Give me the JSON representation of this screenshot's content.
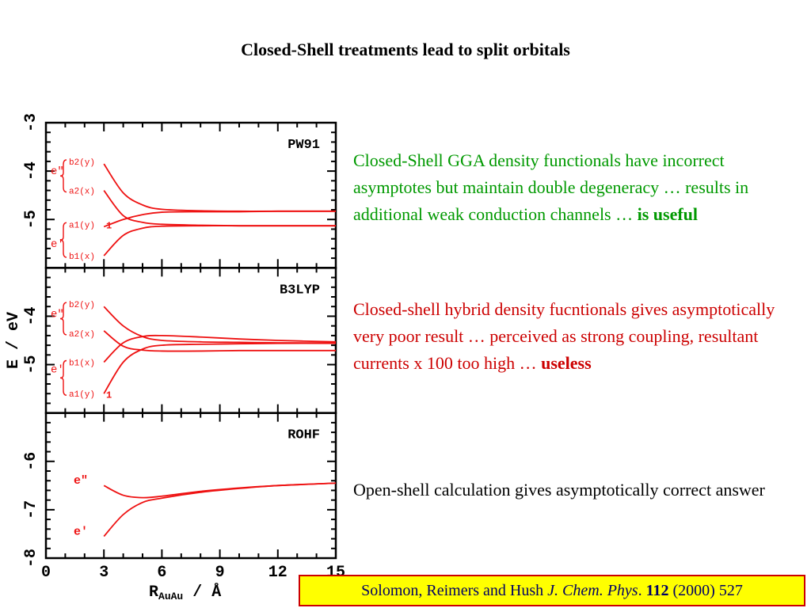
{
  "slide": {
    "title": "Closed-Shell treatments lead to split orbitals",
    "paragraphs": [
      {
        "text": "Closed-Shell GGA density functionals have incorrect asymptotes but maintain double degeneracy … results in additional weak conduction channels … ",
        "emphasis": "is useful",
        "color": "#009900"
      },
      {
        "text": "Closed-shell hybrid density fucntionals gives asymptotically very poor result … perceived as strong coupling, resultant currents x 100 too high … ",
        "emphasis": "useless",
        "color": "#cc0000"
      },
      {
        "text": "Open-shell calculation gives asymptotically correct answer",
        "emphasis": "",
        "color": "#000000"
      }
    ],
    "citation": {
      "authors": "Solomon, Reimers and Hush ",
      "journal": "J. Chem. Phys",
      "dot": ". ",
      "volume": "112",
      "rest": " (2000) 527"
    }
  },
  "chart_data": {
    "type": "line",
    "xlabel": "R",
    "xlabel_sub": "AuAu",
    "xlabel_unit": " / Å",
    "ylabel": "E / eV",
    "xlim": [
      0,
      15
    ],
    "xticks": [
      "0",
      "3",
      "6",
      "9",
      "12",
      "15"
    ],
    "line_color": "#ee1111",
    "panels": [
      {
        "name": "PW91",
        "ylim": [
          -6,
          -3
        ],
        "yticks": [
          "-5",
          "-4",
          "-3"
        ],
        "labels": [
          {
            "text": "e″",
            "y": -4.0
          },
          {
            "text": "b2(y)",
            "y": -3.8
          },
          {
            "text": "a2(x)",
            "y": -4.4
          },
          {
            "text": "e′",
            "y": -5.5
          },
          {
            "text": "a1(y)",
            "y": -5.1
          },
          {
            "text": "b1(x)",
            "y": -5.75
          },
          {
            "text": "1",
            "y": -5.12
          }
        ],
        "series": [
          {
            "x": [
              3,
              4,
              5,
              6,
              8,
              10,
              12,
              15
            ],
            "y": [
              -3.85,
              -4.45,
              -4.7,
              -4.79,
              -4.82,
              -4.83,
              -4.83,
              -4.83
            ]
          },
          {
            "x": [
              3,
              4,
              5,
              6,
              8,
              10,
              12,
              15
            ],
            "y": [
              -4.4,
              -4.92,
              -5.06,
              -5.1,
              -5.12,
              -5.13,
              -5.13,
              -5.13
            ]
          },
          {
            "x": [
              3,
              4,
              5,
              6,
              8,
              10,
              12,
              15
            ],
            "y": [
              -5.15,
              -5.0,
              -4.9,
              -4.85,
              -4.84,
              -4.84,
              -4.83,
              -4.83
            ]
          },
          {
            "x": [
              3,
              4,
              5,
              6,
              8,
              10,
              12,
              15
            ],
            "y": [
              -5.75,
              -5.33,
              -5.18,
              -5.14,
              -5.13,
              -5.13,
              -5.13,
              -5.13
            ]
          }
        ]
      },
      {
        "name": "B3LYP",
        "ylim": [
          -6,
          -3
        ],
        "yticks": [
          "-5",
          "-4"
        ],
        "labels": [
          {
            "text": "e″",
            "y": -3.95
          },
          {
            "text": "b2(y)",
            "y": -3.75
          },
          {
            "text": "a2(x)",
            "y": -4.35
          },
          {
            "text": "e′",
            "y": -5.1
          },
          {
            "text": "b1(x)",
            "y": -4.95
          },
          {
            "text": "a1(y)",
            "y": -5.6
          },
          {
            "text": "1",
            "y": -5.62
          }
        ],
        "series": [
          {
            "x": [
              3,
              4,
              5,
              6,
              8,
              10,
              12,
              15
            ],
            "y": [
              -3.8,
              -4.2,
              -4.42,
              -4.5,
              -4.53,
              -4.54,
              -4.55,
              -4.55
            ]
          },
          {
            "x": [
              3,
              4,
              5,
              6,
              8,
              10,
              12,
              15
            ],
            "y": [
              -4.3,
              -4.62,
              -4.7,
              -4.72,
              -4.72,
              -4.71,
              -4.71,
              -4.71
            ]
          },
          {
            "x": [
              3,
              4,
              5,
              6,
              8,
              10,
              12,
              15
            ],
            "y": [
              -4.95,
              -4.55,
              -4.42,
              -4.4,
              -4.43,
              -4.47,
              -4.5,
              -4.53
            ]
          },
          {
            "x": [
              3,
              4,
              5,
              6,
              8,
              10,
              12,
              15
            ],
            "y": [
              -5.6,
              -4.95,
              -4.68,
              -4.6,
              -4.58,
              -4.57,
              -4.56,
              -4.56
            ]
          }
        ]
      },
      {
        "name": "ROHF",
        "ylim": [
          -8,
          -5
        ],
        "yticks": [
          "-8",
          "-7",
          "-6"
        ],
        "labels": [
          {
            "text": "e″",
            "y": -6.4
          },
          {
            "text": "e′",
            "y": -7.45
          }
        ],
        "series": [
          {
            "x": [
              3,
              4,
              5,
              6,
              8,
              10,
              12,
              15
            ],
            "y": [
              -6.5,
              -6.7,
              -6.75,
              -6.72,
              -6.62,
              -6.55,
              -6.5,
              -6.45
            ]
          },
          {
            "x": [
              3,
              4,
              5,
              6,
              8,
              10,
              12,
              15
            ],
            "y": [
              -7.55,
              -7.1,
              -6.85,
              -6.76,
              -6.64,
              -6.56,
              -6.5,
              -6.45
            ]
          }
        ]
      }
    ]
  }
}
